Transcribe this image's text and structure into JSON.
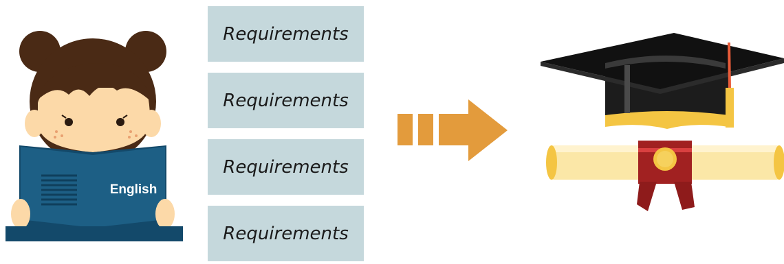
{
  "book": {
    "title": "English"
  },
  "requirements": [
    {
      "label": "Requirements"
    },
    {
      "label": "Requirements"
    },
    {
      "label": "Requirements"
    },
    {
      "label": "Requirements"
    }
  ],
  "colors": {
    "hair": "#4a2a15",
    "skin": "#fcd9a8",
    "book": "#1d5f85",
    "book_spine": "#13496a",
    "req_box": "#c5d8dc",
    "arrow": "#e39b3c",
    "cap": "#1c1c1c",
    "tassel": "#f4c543",
    "diploma": "#fbe7a7",
    "seal_ribbon": "#a12121"
  },
  "icons": {
    "student": "student-reading-icon",
    "arrow": "right-arrow-icon",
    "graduation": "graduation-cap-diploma-icon"
  }
}
